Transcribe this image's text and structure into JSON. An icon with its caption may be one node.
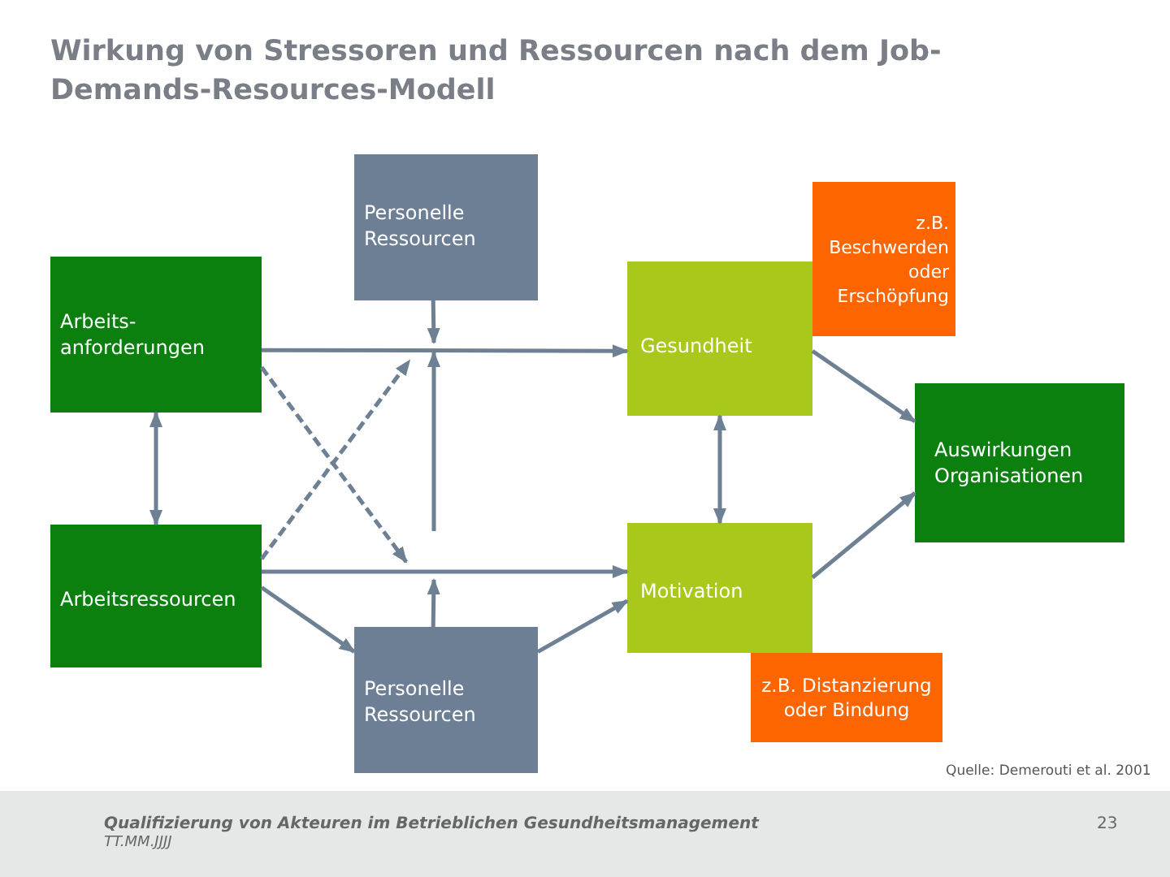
{
  "diagram": {
    "title": "Wirkung von Stressoren und Ressourcen nach dem Job-Demands-Resources-Modell",
    "nodes": [
      {
        "text": [
          "Personelle Ressourcen"
        ]
      },
      {
        "text": [
          "Arbeits- anforderungen"
        ]
      },
      {
        "text": [
          "z.B. Beschwerden oder Erschöpfung"
        ]
      },
      {
        "text": [
          "Gesundheit"
        ]
      },
      {
        "text": [
          "Auswirkungen Organisationen"
        ]
      },
      {
        "text": [
          "Arbeitsressourcen"
        ]
      },
      {
        "text": [
          "Motivation"
        ]
      },
      {
        "text": [
          "z.B. Distanzierung oder Bindung"
        ]
      },
      {
        "text": [
          "Personelle Ressourcen"
        ]
      }
    ],
    "edges": [
      {
        "from": 1,
        "to": 3,
        "arrow": "to"
      },
      {
        "from": 0,
        "to": null,
        "arrow": "to"
      },
      {
        "from": 1,
        "to": null,
        "arrow": "to",
        "style": "dashed"
      },
      {
        "from": 5,
        "to": null,
        "arrow": "to",
        "style": "dashed"
      },
      {
        "from": 5,
        "to": 6,
        "arrow": "to"
      },
      {
        "from": 8,
        "to": null,
        "arrow": "to"
      },
      {
        "from": 5,
        "to": 8,
        "arrow": "to"
      },
      {
        "from": 8,
        "to": 6,
        "arrow": "to"
      },
      {
        "from": 3,
        "to": 6,
        "arrow": "both"
      },
      {
        "from": 1,
        "to": 5,
        "arrow": "both"
      },
      {
        "from": 3,
        "to": 4,
        "arrow": "to"
      },
      {
        "from": 6,
        "to": 4,
        "arrow": "to"
      }
    ],
    "labels": [
      "Quelle: Demerouti et al. 2001",
      "Qualifizierung von Akteuren im Betrieblichen Gesundheitsmanagement",
      "TT.MM.JJJJ",
      "23"
    ]
  }
}
